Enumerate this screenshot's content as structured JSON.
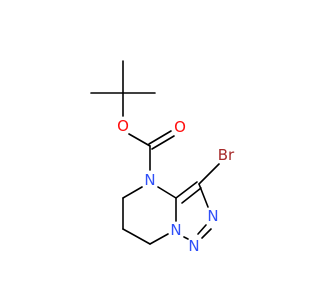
{
  "molecule": {
    "background": "#ffffff",
    "bond_color": "#000000",
    "atoms": [
      {
        "id": "o-ether",
        "symbol": "O",
        "color": "#ff0d0d"
      },
      {
        "id": "o-carbonyl",
        "symbol": "O",
        "color": "#ff0d0d"
      },
      {
        "id": "n4",
        "symbol": "N",
        "color": "#3050f8"
      },
      {
        "id": "n-bridge",
        "symbol": "N",
        "color": "#3050f8"
      },
      {
        "id": "n1",
        "symbol": "N",
        "color": "#3050f8"
      },
      {
        "id": "n2",
        "symbol": "N",
        "color": "#3050f8"
      },
      {
        "id": "br",
        "symbol": "Br",
        "color": "#a62929"
      }
    ]
  }
}
